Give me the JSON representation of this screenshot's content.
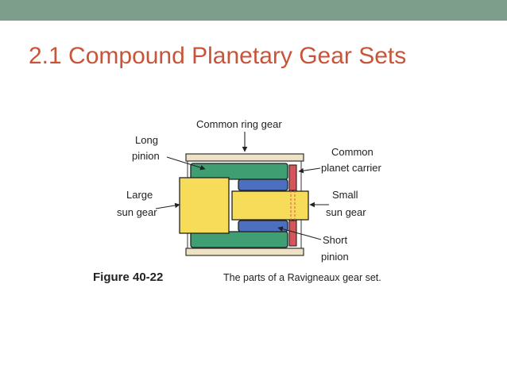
{
  "slide": {
    "title": "2.1 Compound Planetary Gear Sets"
  },
  "diagram": {
    "labels": {
      "ring_gear": "Common ring gear",
      "long_pinion_1": "Long",
      "long_pinion_2": "pinion",
      "carrier_1": "Common",
      "carrier_2": "planet carrier",
      "large_sun_1": "Large",
      "large_sun_2": "sun gear",
      "small_sun_1": "Small",
      "small_sun_2": "sun gear",
      "short_pinion_1": "Short",
      "short_pinion_2": "pinion"
    },
    "caption": {
      "number": "Figure 40-22",
      "text": "The parts of a Ravigneaux gear set."
    },
    "colors": {
      "ring": "#efe2c4",
      "long_pinion": "#3f9e72",
      "short_pinion": "#4d6fbf",
      "sun": "#f7dc5a",
      "carrier": "#d9545a",
      "title": "#c8553a",
      "header_bar": "#7e9e8c"
    }
  }
}
